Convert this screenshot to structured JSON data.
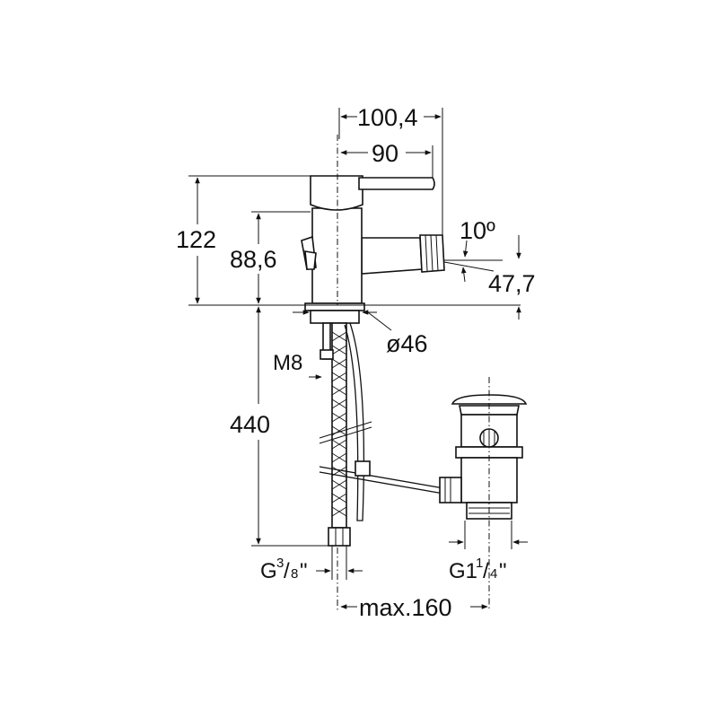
{
  "dimensions": {
    "width_total": "100,4",
    "width_lever": "90",
    "height_total": "122",
    "height_spout": "88,6",
    "spout_angle": "10º",
    "spout_height": "47,7",
    "base_diameter": "ø46",
    "thread_rod": "M8",
    "hose_length": "440",
    "hose_connection": {
      "main": "G",
      "numerator": "3",
      "denominator": "8",
      "suffix": "\""
    },
    "waste_connection": {
      "main": "G1",
      "numerator": "1",
      "denominator": "4",
      "suffix": "\""
    },
    "max_distance": "max.160"
  }
}
